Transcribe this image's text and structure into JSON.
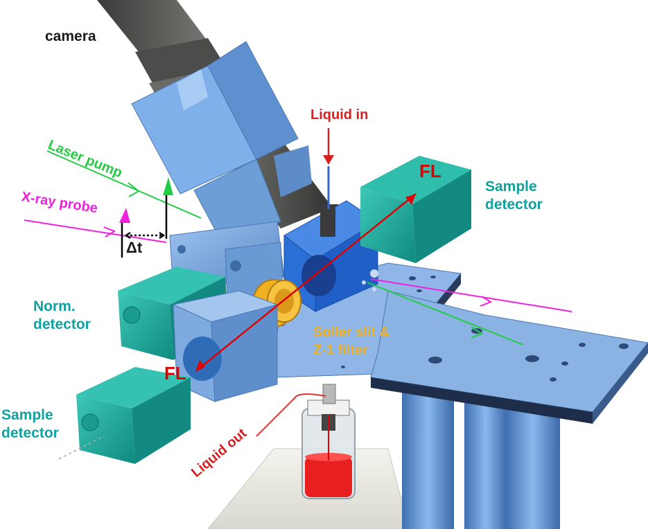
{
  "labels": {
    "camera": "camera",
    "liquid_in": "Liquid in",
    "laser_pump": "Laser pump",
    "xray_probe": "X-ray probe",
    "delta_t": "Δt",
    "sample_detector_right_1": "Sample",
    "sample_detector_right_2": "detector",
    "fl_top": "FL",
    "fl_bottom": "FL",
    "norm_detector_1": "Norm.",
    "norm_detector_2": "detector",
    "soller_1": "Soller slit &",
    "soller_2": "Z-1 filter",
    "sample_detector_left_1": "Sample",
    "sample_detector_left_2": "detector",
    "liquid_out": "Liquid out"
  },
  "colors": {
    "label_dark": "#1a1a1a",
    "liquid": "#d42020",
    "fl": "#e00000",
    "laser": "#22cc44",
    "xray": "#ee22dd",
    "detector_teal": "#1aa89a",
    "detector_label": "#10a2a0",
    "steel_blue": "#6e9ed6",
    "cell_blue": "#2a6fd6",
    "table_blue": "#7aaadf",
    "soller_gold": "#f0b020",
    "camera_grey": "#5a5a58"
  }
}
